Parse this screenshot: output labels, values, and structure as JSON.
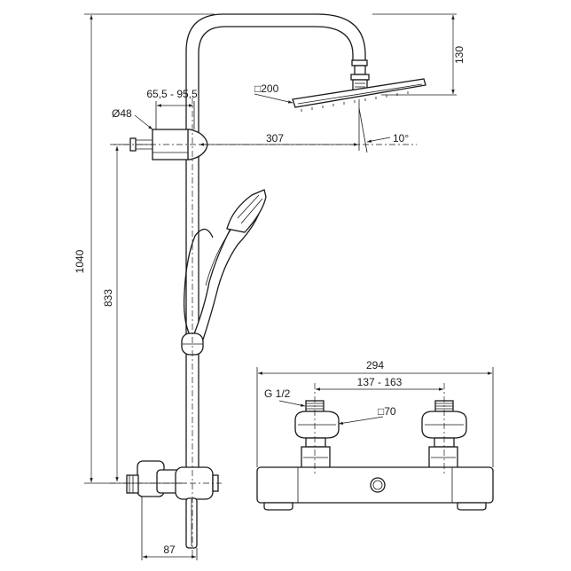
{
  "dimensions": {
    "total_height": "1040",
    "outlet_height": "833",
    "arm_drop": "130",
    "head_size": "□200",
    "arm_reach": "307",
    "tilt": "10°",
    "bracket_range": "65,5 - 95,5",
    "rail_dia": "Ø48",
    "wall_offset": "87",
    "mixer_width": "294",
    "inlet_centres": "137 - 163",
    "inlet_thread": "G 1/2",
    "eccentric_size": "□70"
  }
}
